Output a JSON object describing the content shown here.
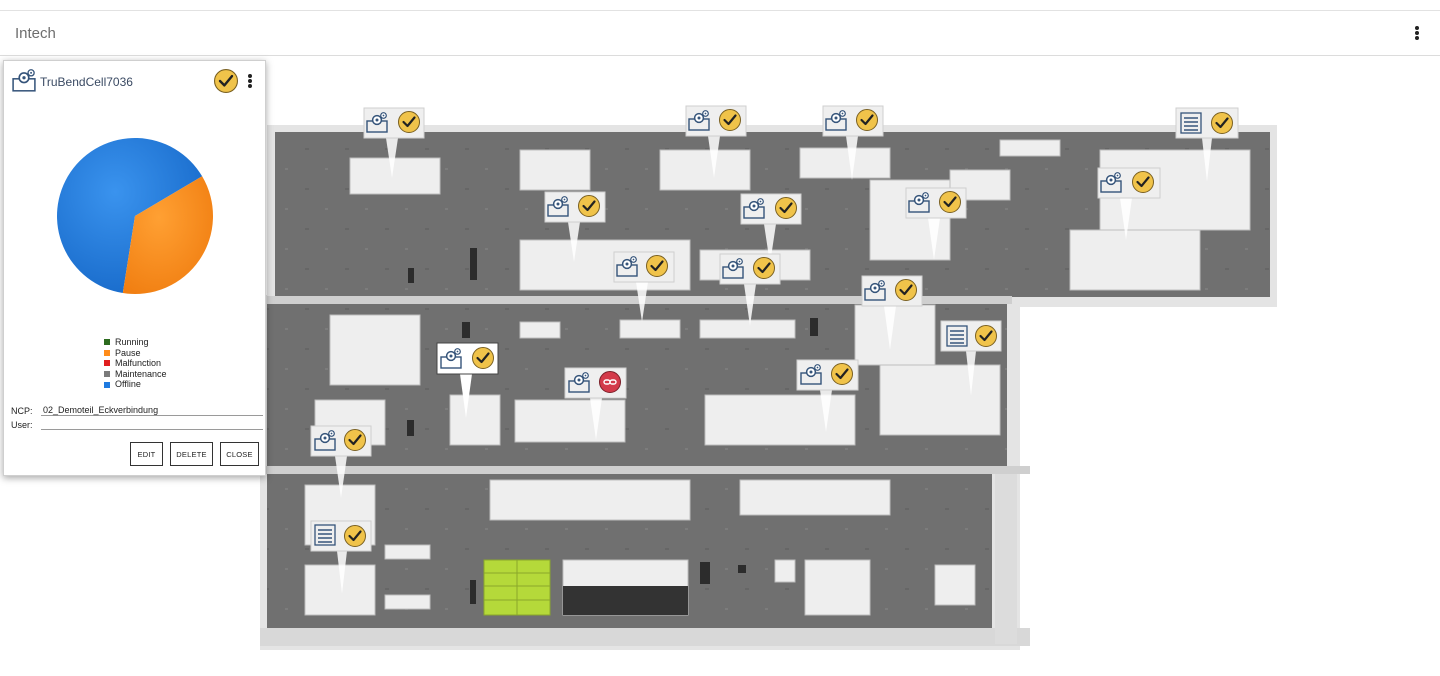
{
  "app": {
    "title": "Intech"
  },
  "panel": {
    "title": "TruBendCell7036",
    "legend": [
      {
        "label": "Running",
        "color": "#2d6b1f"
      },
      {
        "label": "Pause",
        "color": "#ff8c1a"
      },
      {
        "label": "Malfunction",
        "color": "#e01e1e"
      },
      {
        "label": "Maintenance",
        "color": "#7a7a7a"
      },
      {
        "label": "Offline",
        "color": "#1e7ae0"
      }
    ],
    "pie": {
      "offline": 0.64,
      "pause": 0.36
    },
    "ncp_label": "NCP:",
    "ncp_value": "02_Demoteil_Eckverbindung",
    "user_label": "User:",
    "user_value": "",
    "buttons": {
      "edit": "EDIT",
      "delete": "DELETE",
      "close": "CLOSE"
    }
  },
  "colors": {
    "accent_text": "#3a4a63",
    "status_ok": "#f0c34a",
    "status_error": "#d33a4a",
    "offline": "#1e7ae0",
    "pause": "#ff8c1a"
  },
  "icons": {
    "machine": "machine-gear-icon",
    "ok": "checkmark-icon",
    "error": "broken-link-icon",
    "storage": "list-rack-icon"
  }
}
